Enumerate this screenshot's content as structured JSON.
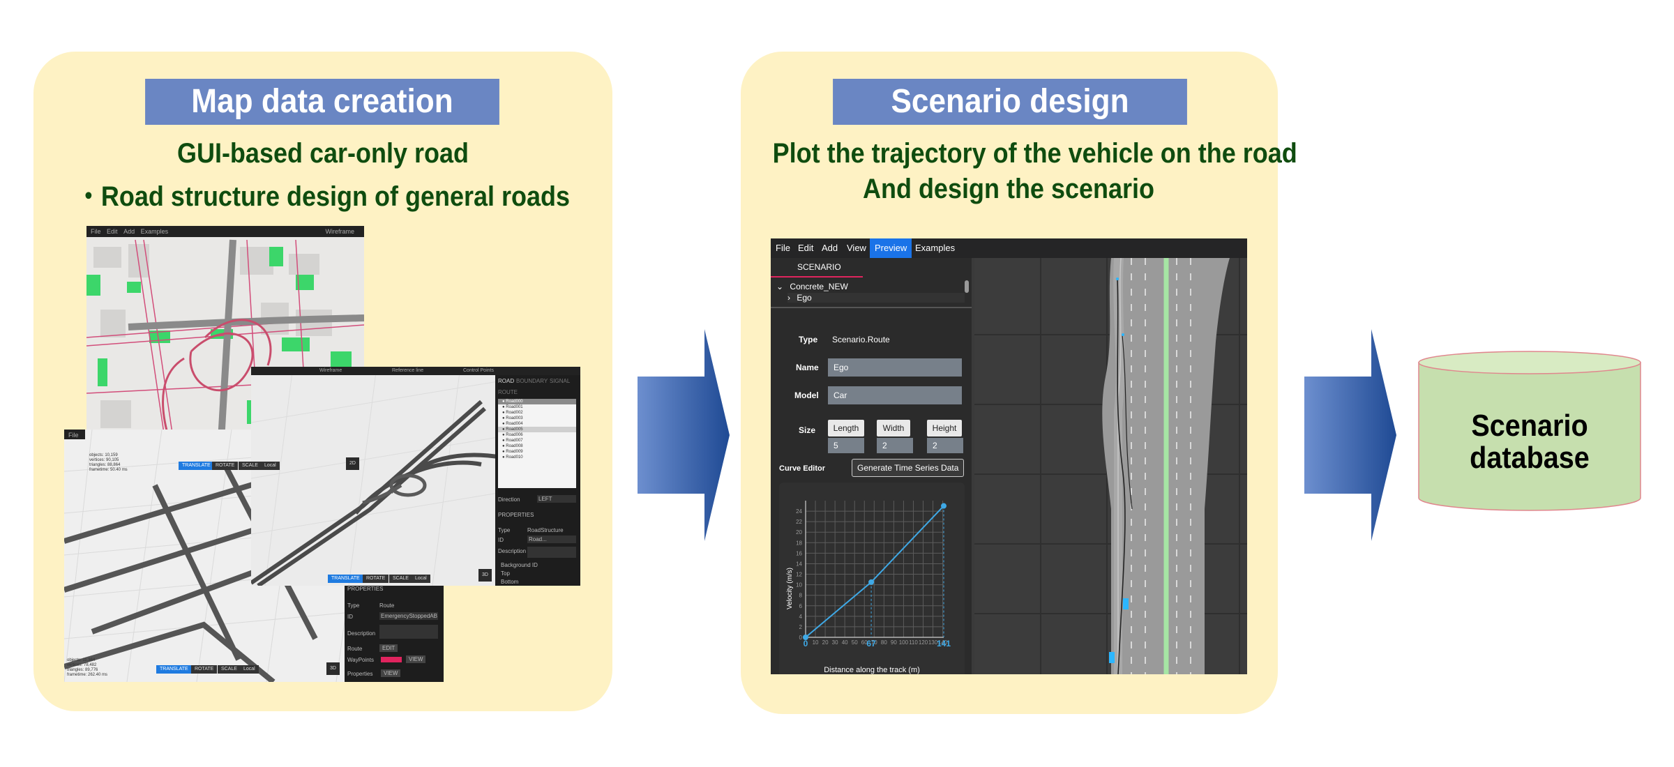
{
  "left_panel": {
    "banner": "Map data creation",
    "subtitle_line1": "GUI-based car-only road",
    "subtitle_line2": "・Road structure design of general roads"
  },
  "middle_panel": {
    "banner": "Scenario design",
    "subtitle_line1": "Plot the trajectory of the vehicle on the road",
    "subtitle_line2": "And design the scenario"
  },
  "database": {
    "line1": "Scenario",
    "line2": "database"
  },
  "map_editor": {
    "menu": [
      "File",
      "Edit",
      "Add",
      "Examples"
    ],
    "wireframe": "Wireframe",
    "reference_line": "Reference line",
    "control_points": "Control Points",
    "tabs": [
      "ROAD",
      "BOUNDARY",
      "SIGNAL"
    ],
    "routes_label": "ROUTE",
    "road_list": [
      "Road000",
      "Road001",
      "Road002",
      "Road003",
      "Road004",
      "Road005",
      "Road006",
      "Road007",
      "Road008",
      "Road009",
      "Road010"
    ],
    "direction_label": "Direction",
    "direction_value": "LEFT",
    "properties_label": "PROPERTIES",
    "type_label": "Type",
    "type_value": "RoadStructure",
    "id_label": "ID",
    "id_value": "Road...",
    "desc_label": "Description",
    "background_label": "Background ID",
    "top_label": "Top",
    "bottom_label": "Bottom",
    "translate": "TRANSLATE",
    "rotate": "ROTATE",
    "scale": "SCALE",
    "local": "Local",
    "view2d": "2D",
    "view3d": "3D",
    "stats1": [
      "objects: 10,159",
      "vertices: 90,105",
      "triangles: 88,864",
      "frametime: 50.40 ms"
    ],
    "stats3": [
      "objects: 11,364",
      "vertices: 78,482",
      "triangles: 89,776",
      "frametime: 262.40 ms"
    ],
    "props2": {
      "title": "PROPERTIES",
      "type_label": "Type",
      "type_value": "Route",
      "id_label": "ID",
      "id_value": "EmergencyStoppedAB",
      "desc_label": "Description",
      "route_label": "Route",
      "edit": "EDIT",
      "waypoints_label": "WayPoints",
      "view": "VIEW",
      "properties_label": "Properties"
    }
  },
  "scenario_editor": {
    "menu": [
      "File",
      "Edit",
      "Add",
      "View",
      "Preview",
      "Examples"
    ],
    "active_menu": "Preview",
    "tab": "SCENARIO",
    "tree_root": "Concrete_NEW",
    "tree_child": "Ego",
    "type_label": "Type",
    "type_value": "Scenario.Route",
    "name_label": "Name",
    "name_value": "Ego",
    "model_label": "Model",
    "model_value": "Car",
    "size_label": "Size",
    "length_label": "Length",
    "length_value": "5",
    "width_label": "Width",
    "width_value": "2",
    "height_label": "Height",
    "height_value": "2",
    "curve_editor": "Curve Editor",
    "generate_button": "Generate Time Series Data"
  },
  "chart_data": {
    "type": "line",
    "xlabel": "Distance along the track (m)",
    "ylabel": "Velocity (m/s)",
    "x_ticks": [
      0,
      10,
      20,
      30,
      40,
      50,
      60,
      70,
      80,
      90,
      100,
      110,
      120,
      130,
      140
    ],
    "y_ticks": [
      0,
      2,
      4,
      6,
      8,
      10,
      12,
      14,
      16,
      18,
      20,
      22,
      24
    ],
    "highlight_x_labels": [
      "0",
      "67",
      "141"
    ],
    "xlim": [
      0,
      141
    ],
    "ylim": [
      0,
      26
    ],
    "series": [
      {
        "x": [
          0,
          67,
          141
        ],
        "y": [
          0,
          10.5,
          25
        ]
      }
    ],
    "grid": true
  }
}
